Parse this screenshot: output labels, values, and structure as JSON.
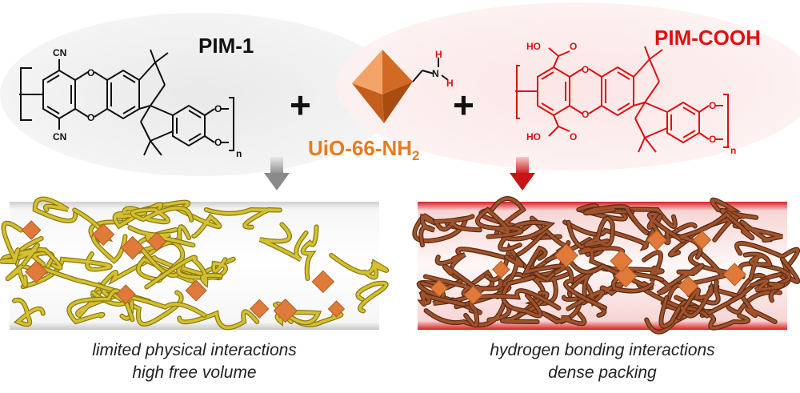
{
  "left_polymer": {
    "name": "PIM-1",
    "substituent": "CN",
    "repeat_unit": "n",
    "color": "#111111"
  },
  "right_polymer": {
    "name": "PIM-COOH",
    "substituent": "HO",
    "repeat_unit": "n",
    "color": "#e01010"
  },
  "mof": {
    "name": "UiO-66-NH",
    "subscript": "2",
    "amine_h": "H",
    "amine_n": "N",
    "color": "#e87b20"
  },
  "ring_atom": "O",
  "plus_sign": "+",
  "left_membrane": {
    "chain_color": "#d4c030",
    "caption_line1": "limited physical interactions",
    "caption_line2": "high free volume"
  },
  "right_membrane": {
    "chain_color": "#a0522d",
    "caption_line1": "hydrogen bonding interactions",
    "caption_line2": "dense packing"
  }
}
